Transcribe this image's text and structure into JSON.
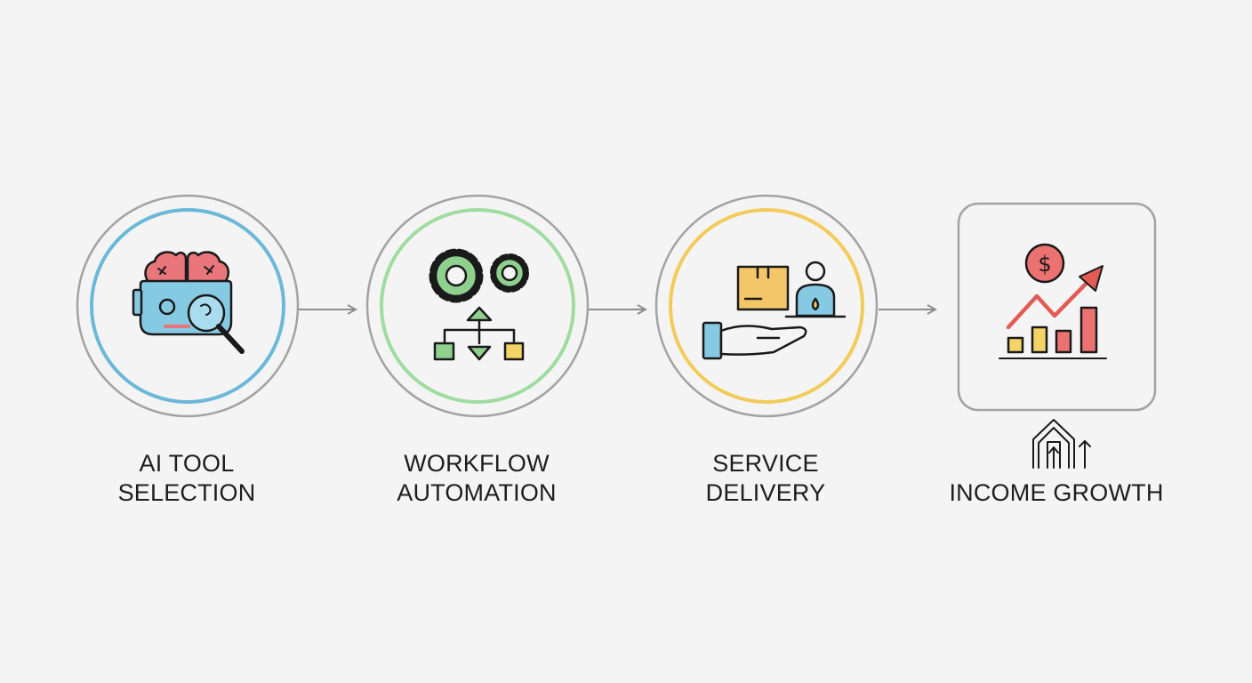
{
  "steps": [
    {
      "line1": "AI TOOL",
      "line2": "SELECTION",
      "icon": "ai-brain-search-icon",
      "ring_color": "#6bb8d9"
    },
    {
      "line1": "WORKFLOW",
      "line2": "AUTOMATION",
      "icon": "gears-flowchart-icon",
      "ring_color": "#9fdca0"
    },
    {
      "line1": "SERVICE",
      "line2": "DELIVERY",
      "icon": "hand-package-delivery-icon",
      "ring_color": "#f2cb5a"
    },
    {
      "line2": "INCOME GROWTH",
      "icon": "growth-chart-icon",
      "badge_icon": "house-arrows-icon"
    }
  ],
  "colors": {
    "outline": "#9a9a9a",
    "brain": "#e8767a",
    "robot_blue": "#86c9e2",
    "gear_green": "#8fd08f",
    "box_yellow": "#f4c66a",
    "bar_yellow": "#f3d266",
    "bar_red": "#ec7171",
    "arrow_red": "#e25b55"
  }
}
